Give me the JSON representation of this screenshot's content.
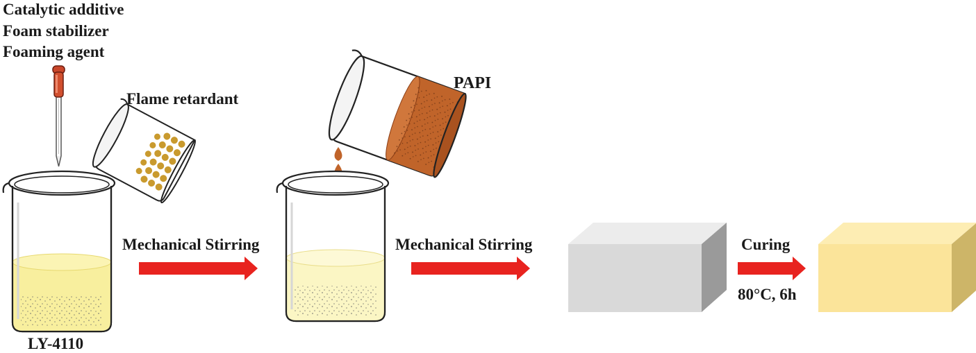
{
  "labels": {
    "additives": [
      "Catalytic additive",
      "Foam stabilizer",
      "Foaming agent"
    ],
    "flame_retardant": "Flame retardant",
    "papi": "PAPI",
    "ly": "LY-4110",
    "step1": "Mechanical Stirring",
    "step2": "Mechanical Stirring",
    "curing": "Curing",
    "curing_condition": "80°C, 6h"
  },
  "colors": {
    "arrow": "#e8231f",
    "polyol_liquid": "#f8ef9e",
    "mixture_liquid": "#fbf6c4",
    "papi_liquid": "#c0642a",
    "retardant_beads": "#c99a2e",
    "uncured_block": "#d9d9d9",
    "cured_block": "#fbe49a",
    "dropper_bulb": "#c9462a",
    "droplet_grey": "#a3a3a3"
  },
  "icons": [
    "dropper-icon",
    "beaker-icon",
    "tilted-beaker-icon",
    "droplet-icon",
    "foam-block-icon",
    "arrow-icon"
  ]
}
